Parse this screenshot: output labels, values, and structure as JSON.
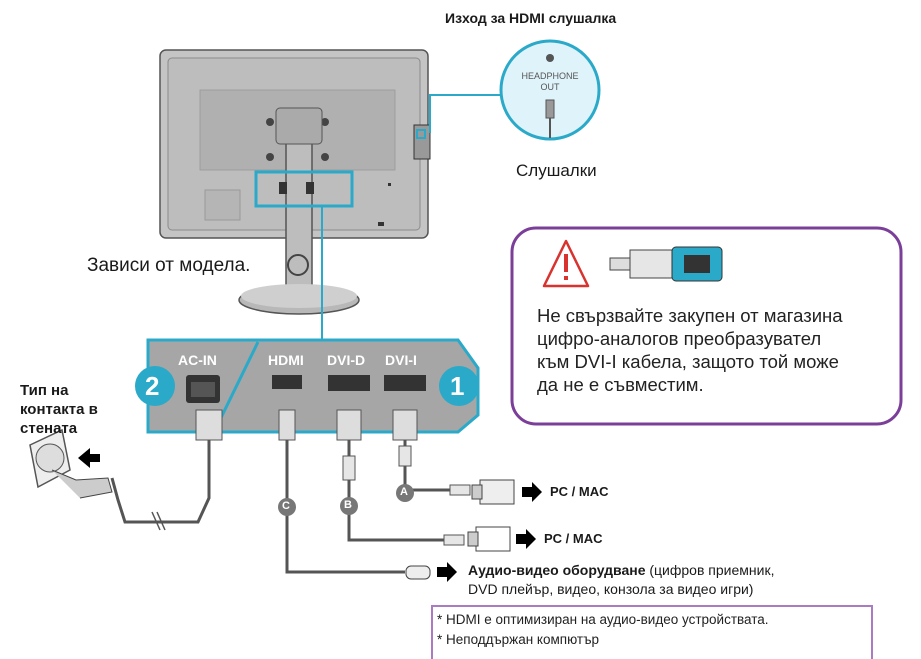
{
  "title_headphone": "Изход за HDMI слушалка",
  "headphone_callout": "HEADPHONE OUT",
  "headphone_label": "Слушалки",
  "model_note": "Зависи от модела.",
  "socket_label": [
    "Тип на",
    "контакта в",
    "стената"
  ],
  "panel": {
    "ac_in": "AC-IN",
    "hdmi": "HDMI",
    "dvi_d": "DVI-D",
    "dvi_i": "DVI-I",
    "badge_left": "2",
    "badge_right": "1"
  },
  "cable_markers": [
    "A",
    "B",
    "C"
  ],
  "pc_mac_1": "PC / MAC",
  "pc_mac_2": "PC / MAC",
  "av_equipment_bold": "Аудио-видео оборудване",
  "av_equipment_rest": " (цифров приемник,",
  "av_equipment_line2": "DVD плейър, видео, конзола за видео игри)",
  "warning": [
    "Не свързвайте закупен от магазина",
    "цифро-аналогов преобразувател",
    "към DVI-I кабела, защото той може",
    "да не е съвместим."
  ],
  "notes": [
    "* HDMI е оптимизиран на аудио-видео устройствата.",
    "* Неподдържан компютър"
  ],
  "colors": {
    "accent_teal": "#2aa9c9",
    "panel_gray": "#a6a6a6",
    "warning_purple": "#7b3f9a",
    "warning_red": "#d8332e",
    "monitor_gray": "#c4c4c4"
  }
}
